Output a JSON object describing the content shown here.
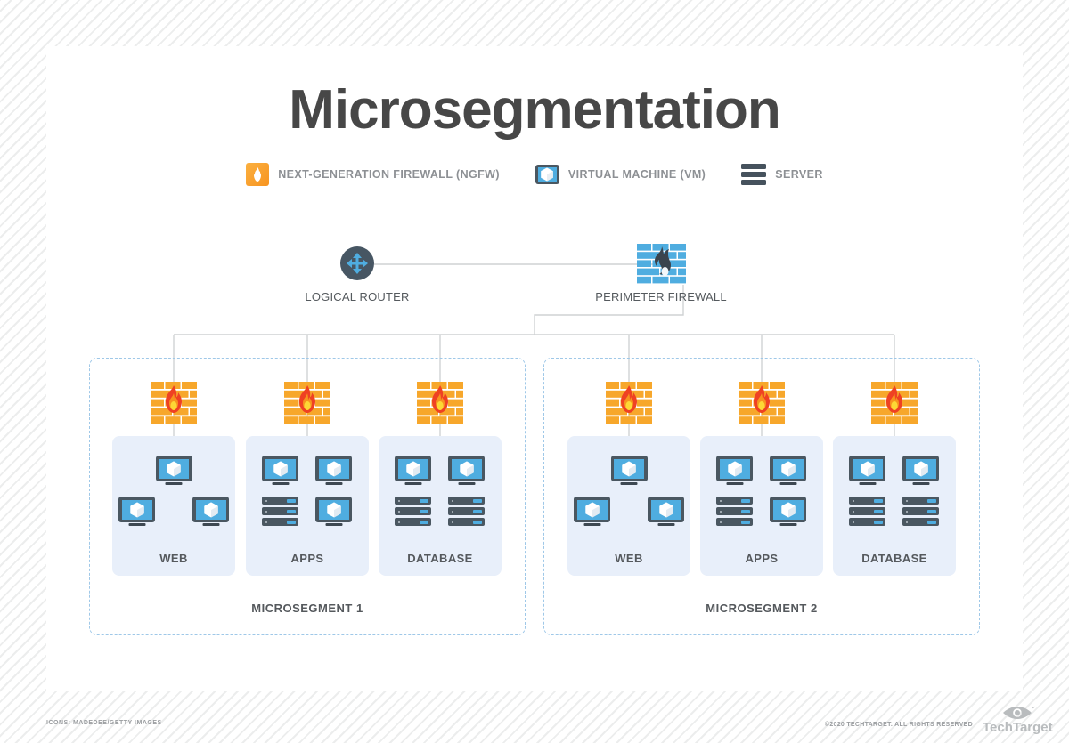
{
  "page": {
    "title": "Microsegmentation"
  },
  "legend": {
    "items": [
      {
        "icon": "ngfw-firewall-icon",
        "label": "NEXT-GENERATION FIREWALL (NGFW)"
      },
      {
        "icon": "virtual-machine-icon",
        "label": "VIRTUAL MACHINE (VM)"
      },
      {
        "icon": "server-icon",
        "label": "SERVER"
      }
    ]
  },
  "topology": {
    "router": {
      "label": "LOGICAL ROUTER",
      "icon": "logical-router-icon"
    },
    "perimeter_firewall": {
      "label": "PERIMETER FIREWALL",
      "icon": "perimeter-firewall-icon"
    },
    "segments": [
      {
        "label": "MICROSEGMENT 1",
        "tiers": [
          {
            "label": "WEB",
            "firewall_icon": "ngfw-firewall-icon",
            "devices": [
              "vm",
              "vm",
              "vm"
            ]
          },
          {
            "label": "APPS",
            "firewall_icon": "ngfw-firewall-icon",
            "devices": [
              "vm",
              "vm",
              "server",
              "vm"
            ]
          },
          {
            "label": "DATABASE",
            "firewall_icon": "ngfw-firewall-icon",
            "devices": [
              "vm",
              "vm",
              "server",
              "server"
            ]
          }
        ]
      },
      {
        "label": "MICROSEGMENT 2",
        "tiers": [
          {
            "label": "WEB",
            "firewall_icon": "ngfw-firewall-icon",
            "devices": [
              "vm",
              "vm",
              "vm"
            ]
          },
          {
            "label": "APPS",
            "firewall_icon": "ngfw-firewall-icon",
            "devices": [
              "vm",
              "vm",
              "server",
              "vm"
            ]
          },
          {
            "label": "DATABASE",
            "firewall_icon": "ngfw-firewall-icon",
            "devices": [
              "vm",
              "vm",
              "server",
              "server"
            ]
          }
        ]
      }
    ]
  },
  "footer": {
    "credit": "ICONS: MADEDEE/GETTY IMAGES",
    "copyright": "©2020 TECHTARGET. ALL RIGHTS RESERVED",
    "brand": "TechTarget"
  },
  "colors": {
    "accent_blue": "#4fade0",
    "dark_slate": "#4a5761",
    "orange": "#f7941e",
    "segment_border": "#9fc8e8",
    "tier_bg": "#e8effa",
    "title": "#474747",
    "wire": "#cfd2d4"
  }
}
